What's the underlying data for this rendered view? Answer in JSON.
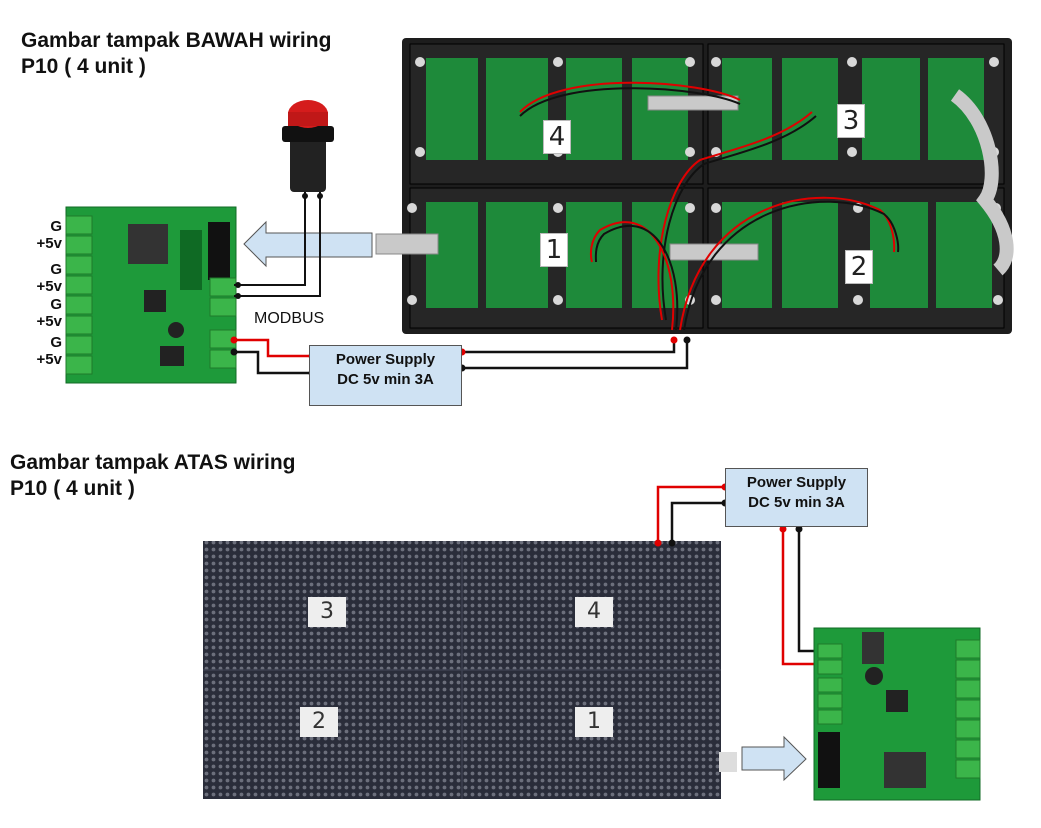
{
  "titles": {
    "bottom_view": "Gambar tampak BAWAH wiring\nP10 ( 4 unit )",
    "top_view": "Gambar tampak ATAS wiring\nP10 ( 4 unit )"
  },
  "power_supply": {
    "label": "Power Supply\nDC 5v min 3A"
  },
  "controller_terminals": {
    "labels": [
      "G",
      "+5v",
      "G",
      "+5v",
      "G",
      "+5v",
      "G",
      "+5v"
    ]
  },
  "modbus_label": "MODBUS",
  "panel_numbers": {
    "bottom_view": [
      "4",
      "3",
      "1",
      "2"
    ],
    "top_view": [
      "3",
      "4",
      "2",
      "1"
    ]
  },
  "colors": {
    "wire_positive": "#e00000",
    "wire_ground": "#111111",
    "psu_fill": "#cfe2f3",
    "arrow_fill": "#cfe2f3",
    "pcb_green": "#1e9a3a",
    "terminal_green": "#3bb54a",
    "led_matrix": "#2a2d3a"
  },
  "icons": [
    "push-button-icon",
    "arrow-left-icon",
    "arrow-right-icon"
  ]
}
